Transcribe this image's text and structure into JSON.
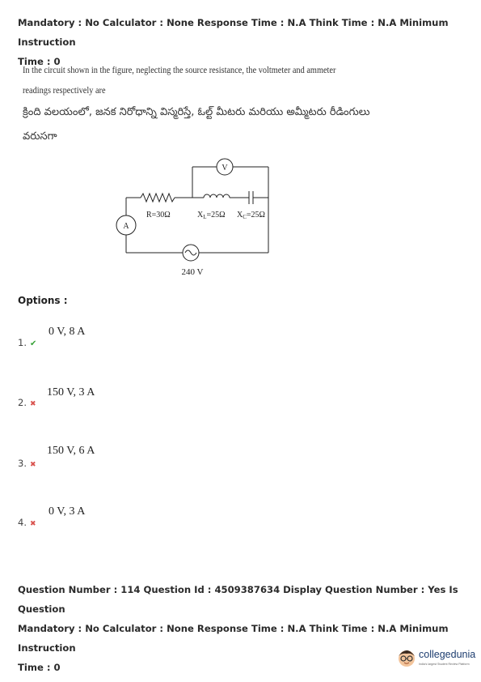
{
  "header_meta": {
    "line1": "Mandatory : No Calculator : None Response Time : N.A Think Time : N.A Minimum Instruction",
    "line2": "Time : 0"
  },
  "question": {
    "english_line1": "In the circuit shown in the figure, neglecting the source resistance, the voltmeter and ammeter",
    "english_line2": "readings respectively are",
    "telugu_line1": "క్రింది వలయంలో, జనక నిరోధాన్ని విస్మరిస్తే, ఓల్ట్ మీటరు మరియు అమ్మీటరు రీడింగులు",
    "telugu_line2": "వరుసగా"
  },
  "circuit": {
    "resistor_label": "R=30Ω",
    "inductor_label": "XL=25Ω",
    "inductor_label_main": "X",
    "inductor_label_sub": "L",
    "inductor_label_value": "=25Ω",
    "capacitor_label_main": "X",
    "capacitor_label_sub": "C",
    "capacitor_label_value": "=25Ω",
    "voltmeter_symbol": "V",
    "ammeter_symbol": "A",
    "source_label": "240 V"
  },
  "options_label": "Options :",
  "options": [
    {
      "number": "1.",
      "value": "0 V, 8 A",
      "status": "correct"
    },
    {
      "number": "2.",
      "value": "150 V, 3 A",
      "status": "incorrect"
    },
    {
      "number": "3.",
      "value": "150 V, 6 A",
      "status": "incorrect"
    },
    {
      "number": "4.",
      "value": "0 V, 3 A",
      "status": "incorrect"
    }
  ],
  "footer_meta": {
    "line1": "Question Number : 114 Question Id : 4509387634 Display Question Number : Yes Is Question",
    "line2": "Mandatory : No Calculator : None Response Time : N.A Think Time : N.A Minimum Instruction",
    "line3": "Time : 0"
  },
  "logo": {
    "name": "collegedunia",
    "tagline": "India's largest Student Review Platform"
  },
  "colors": {
    "correct": "#3aa33a",
    "incorrect": "#d9534f",
    "logo_text": "#1d3d6f"
  }
}
